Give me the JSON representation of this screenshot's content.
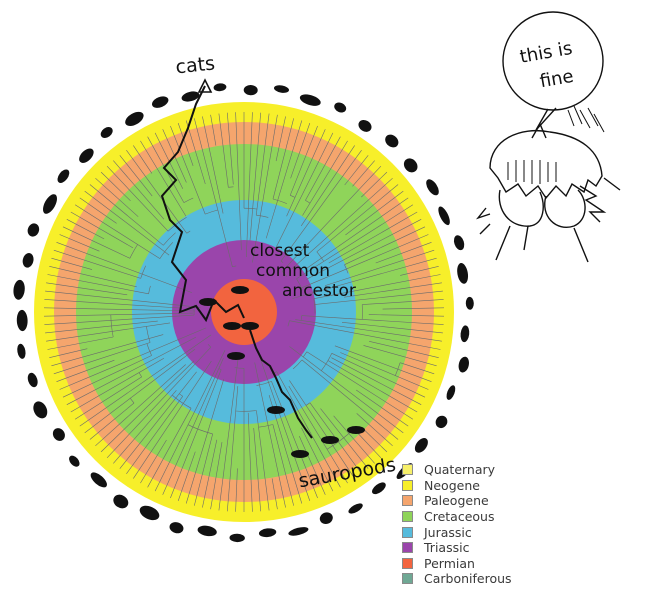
{
  "annotations": {
    "cats": "cats",
    "closest_common_ancestor": [
      "closest",
      "common",
      "ancestor"
    ],
    "sauropods": "sauropods",
    "comic_speech": [
      "this is",
      "fine"
    ]
  },
  "legend": [
    {
      "label": "Quaternary",
      "color": "#f7f06a"
    },
    {
      "label": "Neogene",
      "color": "#f7ef2a"
    },
    {
      "label": "Paleogene",
      "color": "#f5a56d"
    },
    {
      "label": "Cretaceous",
      "color": "#8fd45a"
    },
    {
      "label": "Jurassic",
      "color": "#56bbdc"
    },
    {
      "label": "Triassic",
      "color": "#9a45ab"
    },
    {
      "label": "Permian",
      "color": "#f2643f"
    },
    {
      "label": "Carboniferous",
      "color": "#6fa894"
    }
  ],
  "rings": [
    {
      "period": "Neogene",
      "color": "#f7ef2a"
    },
    {
      "period": "Paleogene",
      "color": "#f5a56d"
    },
    {
      "period": "Cretaceous",
      "color": "#8fd45a"
    },
    {
      "period": "Jurassic",
      "color": "#56bbdc"
    },
    {
      "period": "Triassic",
      "color": "#9a45ab"
    },
    {
      "period": "Permian",
      "color": "#f2643f"
    }
  ]
}
